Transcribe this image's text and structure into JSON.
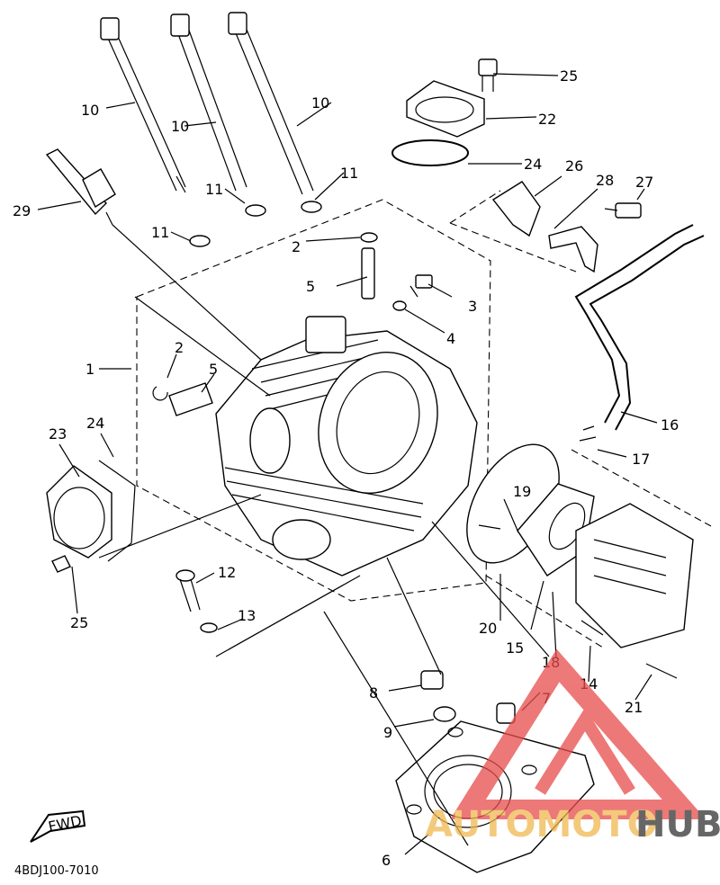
{
  "diagram": {
    "drawing_code": "4BDJ100-7010",
    "fwd_label": "FWD",
    "watermark": {
      "part1": "AUTOMOTO",
      "part2": "HUB",
      "color1": "#f0b850",
      "color2": "#333333",
      "logo_color": "#e74c4c"
    },
    "callouts": [
      {
        "text": "1"
      },
      {
        "text": "2"
      },
      {
        "text": "2"
      },
      {
        "text": "3"
      },
      {
        "text": "4"
      },
      {
        "text": "5"
      },
      {
        "text": "5"
      },
      {
        "text": "6"
      },
      {
        "text": "7"
      },
      {
        "text": "8"
      },
      {
        "text": "9"
      },
      {
        "text": "10"
      },
      {
        "text": "10"
      },
      {
        "text": "10"
      },
      {
        "text": "11"
      },
      {
        "text": "11"
      },
      {
        "text": "11"
      },
      {
        "text": "12"
      },
      {
        "text": "13"
      },
      {
        "text": "14"
      },
      {
        "text": "15"
      },
      {
        "text": "16"
      },
      {
        "text": "17"
      },
      {
        "text": "18"
      },
      {
        "text": "19"
      },
      {
        "text": "20"
      },
      {
        "text": "21"
      },
      {
        "text": "22"
      },
      {
        "text": "23"
      },
      {
        "text": "24"
      },
      {
        "text": "24"
      },
      {
        "text": "25"
      },
      {
        "text": "25"
      },
      {
        "text": "26"
      },
      {
        "text": "27"
      },
      {
        "text": "28"
      },
      {
        "text": "29"
      }
    ]
  }
}
